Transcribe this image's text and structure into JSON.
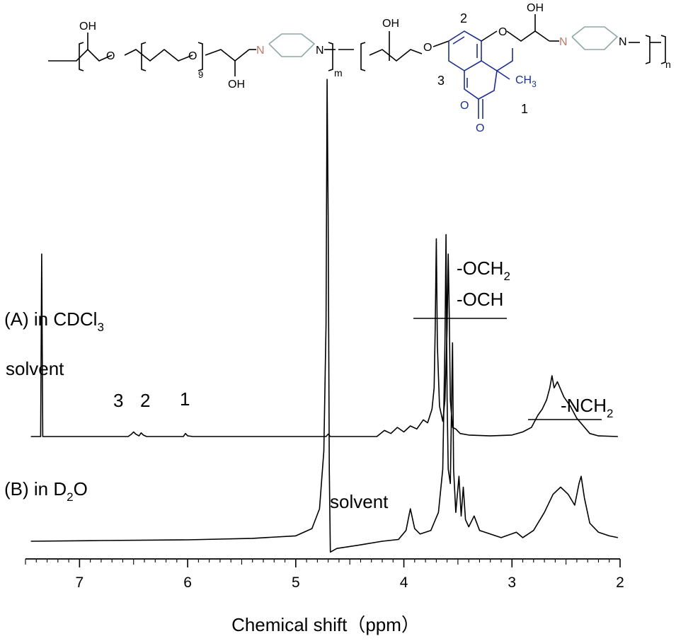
{
  "chart_data": {
    "type": "line",
    "xlabel": "Chemical shift（ppm）",
    "xlim": [
      7.5,
      2.0
    ],
    "x_ticks": [
      7,
      6,
      5,
      4,
      3,
      2
    ],
    "x_tick_labels": [
      "7",
      "6",
      "5",
      "4",
      "3",
      "2"
    ],
    "grid": false,
    "series": [
      {
        "name": "(A) in CDCl3",
        "label_main": "(A) in CDCl",
        "label_sub": "3",
        "baseline": 0,
        "points": [
          [
            7.45,
            0
          ],
          [
            7.36,
            0
          ],
          [
            7.35,
            6.0
          ],
          [
            7.34,
            0
          ],
          [
            6.55,
            0
          ],
          [
            6.52,
            0.08
          ],
          [
            6.5,
            0.15
          ],
          [
            6.48,
            0.08
          ],
          [
            6.45,
            0.02
          ],
          [
            6.43,
            0.12
          ],
          [
            6.41,
            0.05
          ],
          [
            6.38,
            0
          ],
          [
            6.04,
            0
          ],
          [
            6.02,
            0.1
          ],
          [
            6.0,
            0.02
          ],
          [
            5.95,
            0
          ],
          [
            4.72,
            0
          ],
          [
            4.7,
            0.08
          ],
          [
            4.68,
            0
          ],
          [
            4.25,
            0
          ],
          [
            4.18,
            0.2
          ],
          [
            4.12,
            0.1
          ],
          [
            4.06,
            0.3
          ],
          [
            4.0,
            0.15
          ],
          [
            3.94,
            0.35
          ],
          [
            3.88,
            0.25
          ],
          [
            3.82,
            0.55
          ],
          [
            3.78,
            0.45
          ],
          [
            3.74,
            0.9
          ],
          [
            3.72,
            1.6
          ],
          [
            3.71,
            3.5
          ],
          [
            3.7,
            6.5
          ],
          [
            3.69,
            3.0
          ],
          [
            3.67,
            1.0
          ],
          [
            3.64,
            0.5
          ],
          [
            3.62,
            1.2
          ],
          [
            3.6,
            3.5
          ],
          [
            3.59,
            6.0
          ],
          [
            3.58,
            4.0
          ],
          [
            3.57,
            1.2
          ],
          [
            3.55,
            0.3
          ],
          [
            3.52,
            0.25
          ],
          [
            3.48,
            0.1
          ],
          [
            3.4,
            0.05
          ],
          [
            3.2,
            0.02
          ],
          [
            3.0,
            0.05
          ],
          [
            2.9,
            0.15
          ],
          [
            2.82,
            0.3
          ],
          [
            2.76,
            0.7
          ],
          [
            2.72,
            0.9
          ],
          [
            2.68,
            1.2
          ],
          [
            2.65,
            1.6
          ],
          [
            2.63,
            2.0
          ],
          [
            2.61,
            1.6
          ],
          [
            2.58,
            1.8
          ],
          [
            2.52,
            1.3
          ],
          [
            2.46,
            1.0
          ],
          [
            2.4,
            0.6
          ],
          [
            2.34,
            0.35
          ],
          [
            2.28,
            0.1
          ],
          [
            2.2,
            0.02
          ],
          [
            2.02,
            0
          ]
        ],
        "peak_labels": [
          {
            "text": "solvent",
            "x": 7.35
          },
          {
            "text": "3",
            "x": 6.5
          },
          {
            "text": "2",
            "x": 6.4
          },
          {
            "text": "1",
            "x": 6.02
          },
          {
            "text": "-OCH2",
            "x": 3.6
          },
          {
            "text": "-OCH",
            "x": 3.6
          },
          {
            "text": "-NCH2",
            "x": 2.6
          }
        ]
      },
      {
        "name": "(B) in D2O",
        "label_main": "(B) in D",
        "label_sub": "2",
        "label_tail": "O",
        "baseline": 0,
        "points": [
          [
            7.45,
            0
          ],
          [
            6.8,
            0.02
          ],
          [
            6.0,
            0.04
          ],
          [
            5.4,
            0.08
          ],
          [
            5.0,
            0.15
          ],
          [
            4.85,
            0.35
          ],
          [
            4.78,
            0.9
          ],
          [
            4.74,
            2.5
          ],
          [
            4.72,
            6.0
          ],
          [
            4.71,
            12.8
          ],
          [
            4.7,
            9.0
          ],
          [
            4.69,
            2.0
          ],
          [
            4.68,
            -0.3
          ],
          [
            4.62,
            -0.2
          ],
          [
            4.4,
            -0.1
          ],
          [
            4.2,
            0
          ],
          [
            4.05,
            0.05
          ],
          [
            3.98,
            0.3
          ],
          [
            3.94,
            0.9
          ],
          [
            3.9,
            0.35
          ],
          [
            3.85,
            0.2
          ],
          [
            3.75,
            0.3
          ],
          [
            3.68,
            0.8
          ],
          [
            3.64,
            2.0
          ],
          [
            3.62,
            5.5
          ],
          [
            3.61,
            8.5
          ],
          [
            3.6,
            4.0
          ],
          [
            3.59,
            2.0
          ],
          [
            3.57,
            1.6
          ],
          [
            3.55,
            5.5
          ],
          [
            3.54,
            2.0
          ],
          [
            3.52,
            0.8
          ],
          [
            3.49,
            1.8
          ],
          [
            3.47,
            0.7
          ],
          [
            3.45,
            1.5
          ],
          [
            3.43,
            0.6
          ],
          [
            3.4,
            0.4
          ],
          [
            3.35,
            0.7
          ],
          [
            3.3,
            0.3
          ],
          [
            3.1,
            0.1
          ],
          [
            2.96,
            0.25
          ],
          [
            2.9,
            0.1
          ],
          [
            2.8,
            0.3
          ],
          [
            2.7,
            0.8
          ],
          [
            2.62,
            1.3
          ],
          [
            2.55,
            1.5
          ],
          [
            2.48,
            1.3
          ],
          [
            2.42,
            1.0
          ],
          [
            2.38,
            1.6
          ],
          [
            2.36,
            1.8
          ],
          [
            2.33,
            1.2
          ],
          [
            2.28,
            0.5
          ],
          [
            2.2,
            0.25
          ],
          [
            2.1,
            0.15
          ],
          [
            2.02,
            0.1
          ]
        ],
        "peak_labels": [
          {
            "text": "solvent",
            "x": 4.7
          }
        ]
      }
    ]
  },
  "labels": {
    "solvent_a": "solvent",
    "solvent_b": "solvent",
    "peak3": "3",
    "peak2": "2",
    "peak1": "1",
    "och2_main": "-OCH",
    "och2_sub": "2",
    "och": "-OCH",
    "nch2_main": "-NCH",
    "nch2_sub": "2"
  },
  "structure": {
    "oh_1": "OH",
    "o_1": "O",
    "o_2": "O",
    "sub_9": "9",
    "oh_2": "OH",
    "n_1": "N",
    "n_2": "N",
    "sub_m": "m",
    "oh_3": "OH",
    "o_3": "O",
    "label_2": "2",
    "label_3": "3",
    "label_1": "1",
    "o_4": "O",
    "oh_4": "OH",
    "n_3": "N",
    "n_4": "N",
    "sub_n": "n",
    "ch3": "CH",
    "ch3_sub": "3",
    "o_ring": "O",
    "o_carbonyl": "O",
    "colors": {
      "coumarin": "#1d2f8f",
      "nitrogen": "#c07a6a",
      "ink": "#000000"
    }
  }
}
